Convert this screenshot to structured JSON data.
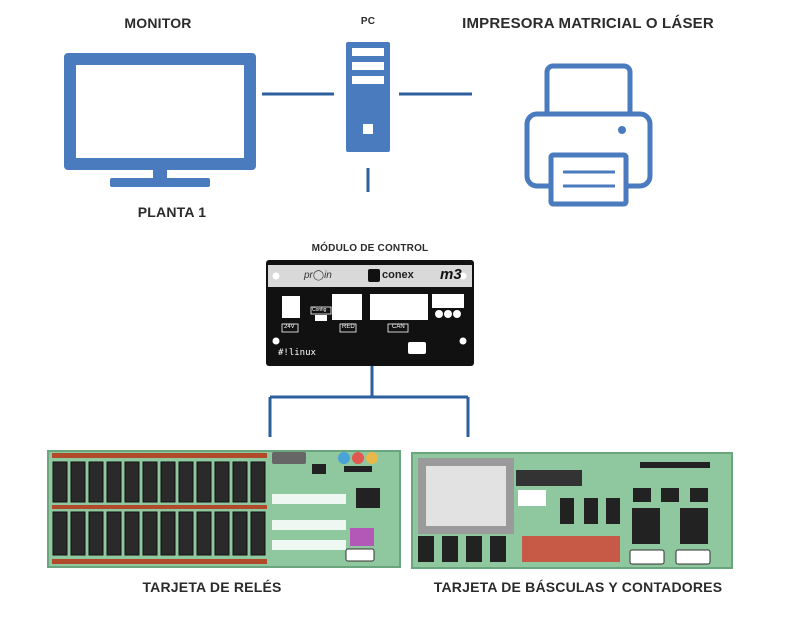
{
  "labels": {
    "monitor": "MONITOR",
    "pc": "PC",
    "printer": "IMPRESORA MATRICIAL O LÁSER",
    "plant": "PLANTA 1",
    "control_module": "MÓDULO DE CONTROL",
    "relay_board": "TARJETA DE RELÉS",
    "scale_board": "TARJETA DE BÁSCULAS Y CONTADORES"
  },
  "module_panel": {
    "brand_left": "pr◯in",
    "brand_center": "conex",
    "brand_right": "m3",
    "port_24v": "24V",
    "port_config": "Config",
    "port_red": "RED",
    "port_can": "CAN",
    "os_text": "#!linux"
  },
  "colors": {
    "accent_blue": "#4a7bbf",
    "line_blue": "#2c5f9e",
    "board_green": "#8fc79f",
    "panel_black": "#111111"
  }
}
